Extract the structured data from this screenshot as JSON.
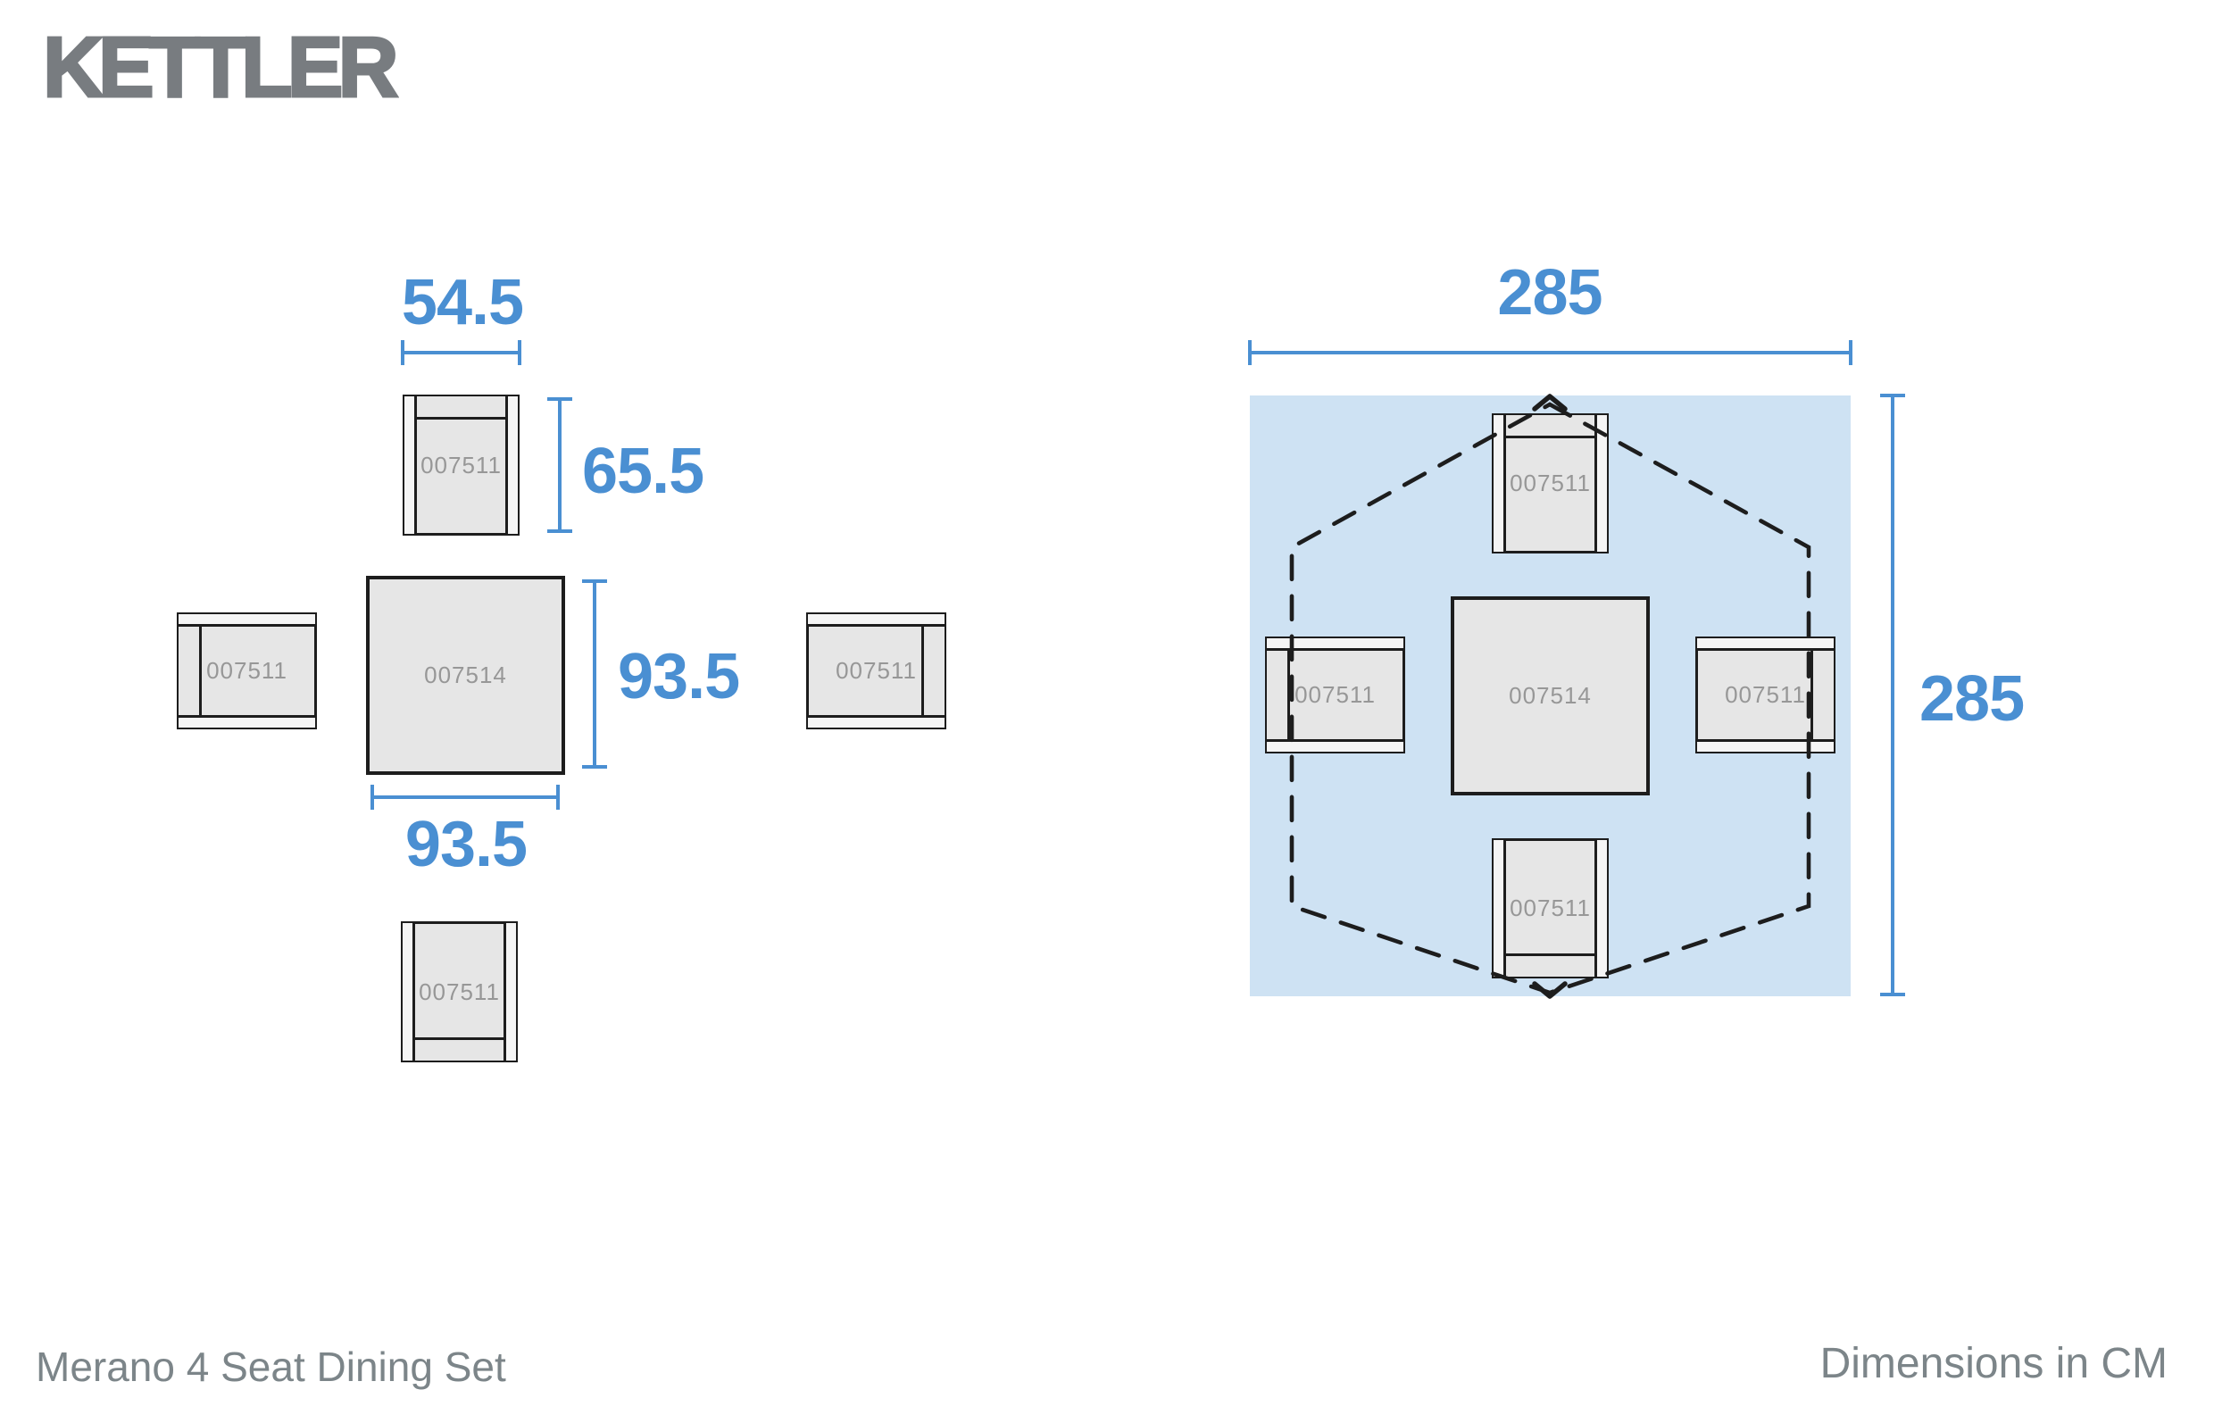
{
  "brand": {
    "logo_text": "KETTLER"
  },
  "item_labels": {
    "chair": "007511",
    "table": "007514"
  },
  "footprint_diagram": {
    "chair_width_cm": "54.5",
    "chair_depth_cm": "65.5",
    "table_depth_cm": "93.5",
    "table_width_cm": "93.5"
  },
  "clearance_diagram": {
    "clearance_width_cm": "285",
    "clearance_depth_cm": "285"
  },
  "footer": {
    "product_name": "Merano 4 Seat Dining Set",
    "units_note": "Dimensions in CM"
  },
  "colors": {
    "accent_blue": "#4a8fd2",
    "clearance_fill": "#cee2f3",
    "outline_black": "#1d1d1d",
    "furniture_fill": "#e6e6e6",
    "armrest_fill": "#f5f5f5",
    "item_label_gray": "#979797",
    "footer_gray": "#7c8589",
    "logo_gray": "#787c80"
  }
}
